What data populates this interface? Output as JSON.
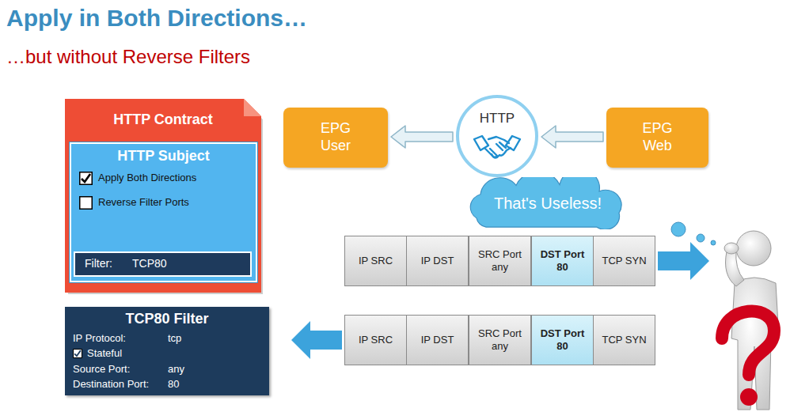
{
  "diagram": {
    "title": "Apply in Both Directions…",
    "nodes": [
      {
        "text": [
          "HTTP Contract"
        ]
      },
      {
        "text": [
          "HTTP Subject",
          "Apply Both Directions",
          "Reverse Filter Ports"
        ],
        "in": 0
      },
      {
        "text": [
          "Filter:",
          "TCP80"
        ],
        "in": 1
      },
      {
        "text": [
          "TCP80 Filter",
          "IP Protocol:",
          "tcp",
          "Stateful",
          "Source Port:",
          "any",
          "Destination Port:",
          "80"
        ]
      },
      {
        "text": [
          "EPG User"
        ]
      },
      {
        "text": [
          "HTTP"
        ]
      },
      {
        "text": [
          "EPG Web"
        ]
      },
      {
        "text": [
          "That's Useless!"
        ]
      },
      {
        "text": [
          "IP SRC"
        ]
      },
      {
        "text": [
          "IP DST"
        ]
      },
      {
        "text": [
          "SRC Port any"
        ]
      },
      {
        "text": [
          "DST Port 80"
        ]
      },
      {
        "text": [
          "TCP SYN"
        ]
      },
      {
        "text": [
          "IP SRC"
        ]
      },
      {
        "text": [
          "IP DST"
        ]
      },
      {
        "text": [
          "SRC Port any"
        ]
      },
      {
        "text": [
          "DST Port 80"
        ]
      },
      {
        "text": [
          "TCP SYN"
        ]
      }
    ],
    "edges": [
      {
        "from": 6,
        "to": 5,
        "arrow": "to"
      },
      {
        "from": 5,
        "to": 4,
        "arrow": "to"
      }
    ],
    "labels": [
      "…but without Reverse Filters"
    ]
  }
}
